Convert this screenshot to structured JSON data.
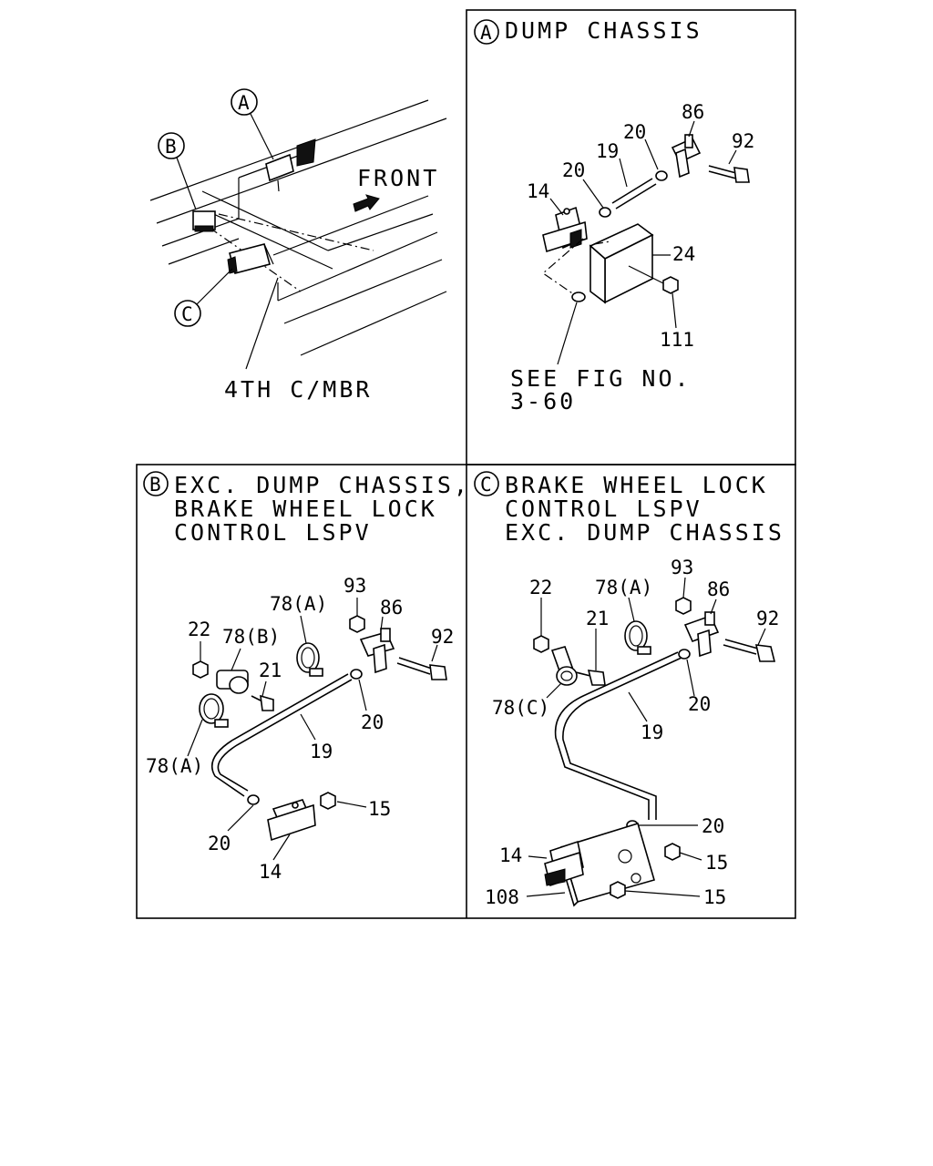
{
  "overview": {
    "callout_a": "A",
    "callout_b": "B",
    "callout_c": "C",
    "front_label": "FRONT",
    "member_label": "4TH C/MBR"
  },
  "panel_a": {
    "badge": "A",
    "title": "DUMP CHASSIS",
    "see_fig_line1": "SEE FIG NO.",
    "see_fig_line2": "3-60",
    "parts": {
      "p86": "86",
      "p92": "92",
      "p20": "20",
      "p19": "19",
      "p20b": "20",
      "p14": "14",
      "p24": "24",
      "p111": "111"
    }
  },
  "panel_b": {
    "badge": "B",
    "title_line1": "EXC. DUMP CHASSIS,",
    "title_line2": "BRAKE WHEEL LOCK",
    "title_line3": "CONTROL LSPV",
    "parts": {
      "p93": "93",
      "p78a_top": "78(A)",
      "p86": "86",
      "p92": "92",
      "p22": "22",
      "p78b": "78(B)",
      "p21": "21",
      "p20": "20",
      "p19": "19",
      "p78a_left": "78(A)",
      "p15": "15",
      "p20b": "20",
      "p14": "14"
    }
  },
  "panel_c": {
    "badge": "C",
    "title_line1": "BRAKE WHEEL LOCK",
    "title_line2": "CONTROL LSPV",
    "title_line3": "EXC. DUMP CHASSIS",
    "parts": {
      "p22": "22",
      "p78a": "78(A)",
      "p93": "93",
      "p86": "86",
      "p92": "92",
      "p21": "21",
      "p78c": "78(C)",
      "p20": "20",
      "p19": "19",
      "p20b": "20",
      "p14": "14",
      "p15": "15",
      "p108": "108",
      "p15b": "15"
    }
  }
}
